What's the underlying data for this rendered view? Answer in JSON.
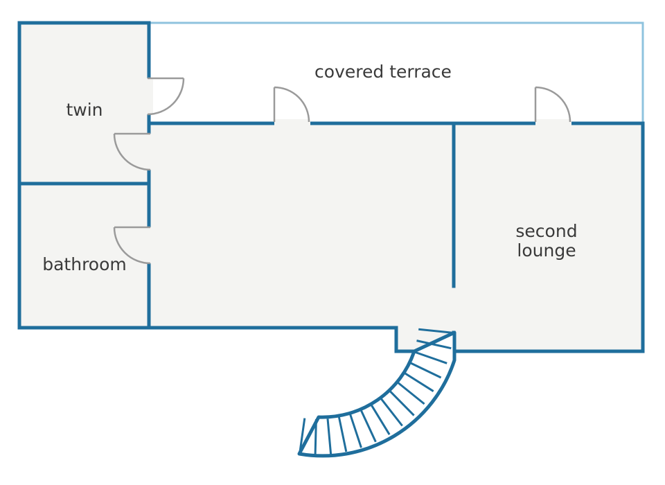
{
  "colors": {
    "wall": "#1f6e9c",
    "terrace_outline": "#8fc3de",
    "floor": "#f4f4f2",
    "door": "#9a9a9a",
    "label": "#3a3a3a",
    "background": "#ffffff"
  },
  "rooms": {
    "covered_terrace": "covered terrace",
    "twin": "twin",
    "bathroom": "bathroom",
    "second_lounge_line1": "second",
    "second_lounge_line2": "lounge"
  },
  "icons": {
    "door": "door-swing-icon",
    "stairs": "spiral-staircase-icon"
  }
}
